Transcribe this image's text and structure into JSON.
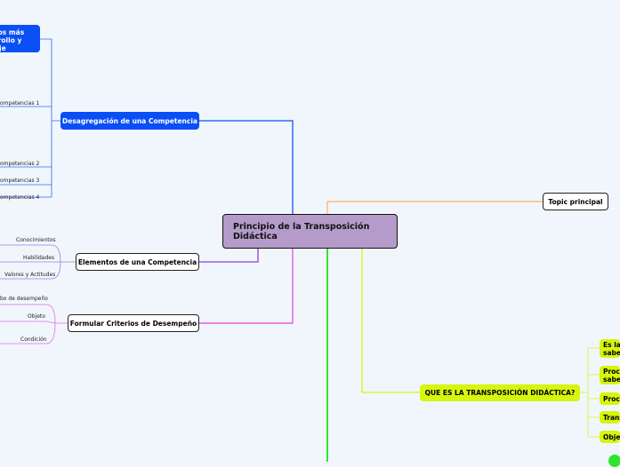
{
  "central": {
    "title": "Principio de la Transposición Didáctica"
  },
  "branches": {
    "desagregacion": {
      "label": "Desagregación de una Competencia",
      "top_node": "tos más\nrrollo y\naje",
      "leaves": [
        "ompetencias 1",
        "ompetencias 2",
        "ompetencias 3",
        "ompetencias 4"
      ]
    },
    "elementos": {
      "label": "Elementos de una Competencia",
      "leaves": [
        "Conocimientos",
        "Habilidades",
        "Valores y Actitudes"
      ]
    },
    "formular": {
      "label": "Formular Criterios de Desempeño",
      "leaves": [
        "bo de desempeño",
        "Objeto",
        "Condición"
      ]
    },
    "topic": {
      "label": "Topic principal"
    },
    "que_es": {
      "label": "QUE ES LA TRANSPOSICIÓN DIDÁCTICA?",
      "leaves": [
        "Es la\nsabe",
        "Proce\nsabe",
        "Proce",
        "Trans",
        "Objet"
      ]
    }
  },
  "colors": {
    "background": "#f1f6fd",
    "central": "#b59bc9",
    "blue_branch": "#0a4ff5",
    "purple_branch": "#8e3fd6",
    "magenta_branch": "#e03ee0",
    "orange_branch": "#f4a040",
    "lime_branch": "#d6f50f",
    "green_branch": "#2ee52e"
  }
}
